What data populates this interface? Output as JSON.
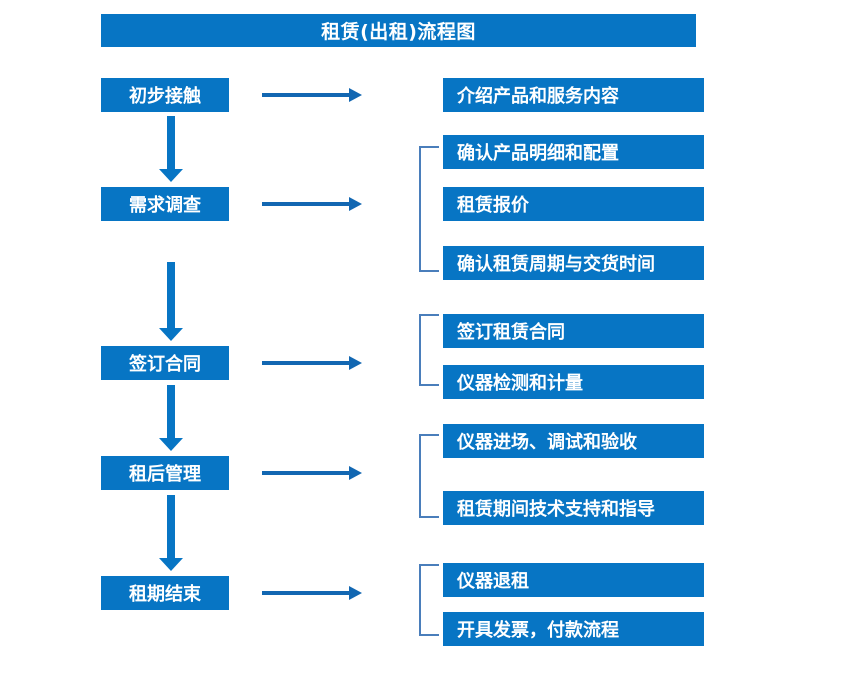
{
  "title": "租赁(出租)流程图",
  "theme": {
    "box_fill": "#0775C4",
    "box_text": "#FFFFFF",
    "arrow_color": "#0775C4",
    "harrow_color": "#1267B2",
    "bracket_color": "#4A7EBB",
    "background": "#FFFFFF"
  },
  "stages": [
    {
      "label": "初步接触"
    },
    {
      "label": "需求调查"
    },
    {
      "label": "签订合同"
    },
    {
      "label": "租后管理"
    },
    {
      "label": "租期结束"
    }
  ],
  "details": [
    {
      "label": "介绍产品和服务内容"
    },
    {
      "label": "确认产品明细和配置"
    },
    {
      "label": "租赁报价"
    },
    {
      "label": "确认租赁周期与交货时间"
    },
    {
      "label": "签订租赁合同"
    },
    {
      "label": "仪器检测和计量"
    },
    {
      "label": "仪器进场、调试和验收"
    },
    {
      "label": "租赁期间技术支持和指导"
    },
    {
      "label": "仪器退租"
    },
    {
      "label": "开具发票，付款流程"
    }
  ]
}
